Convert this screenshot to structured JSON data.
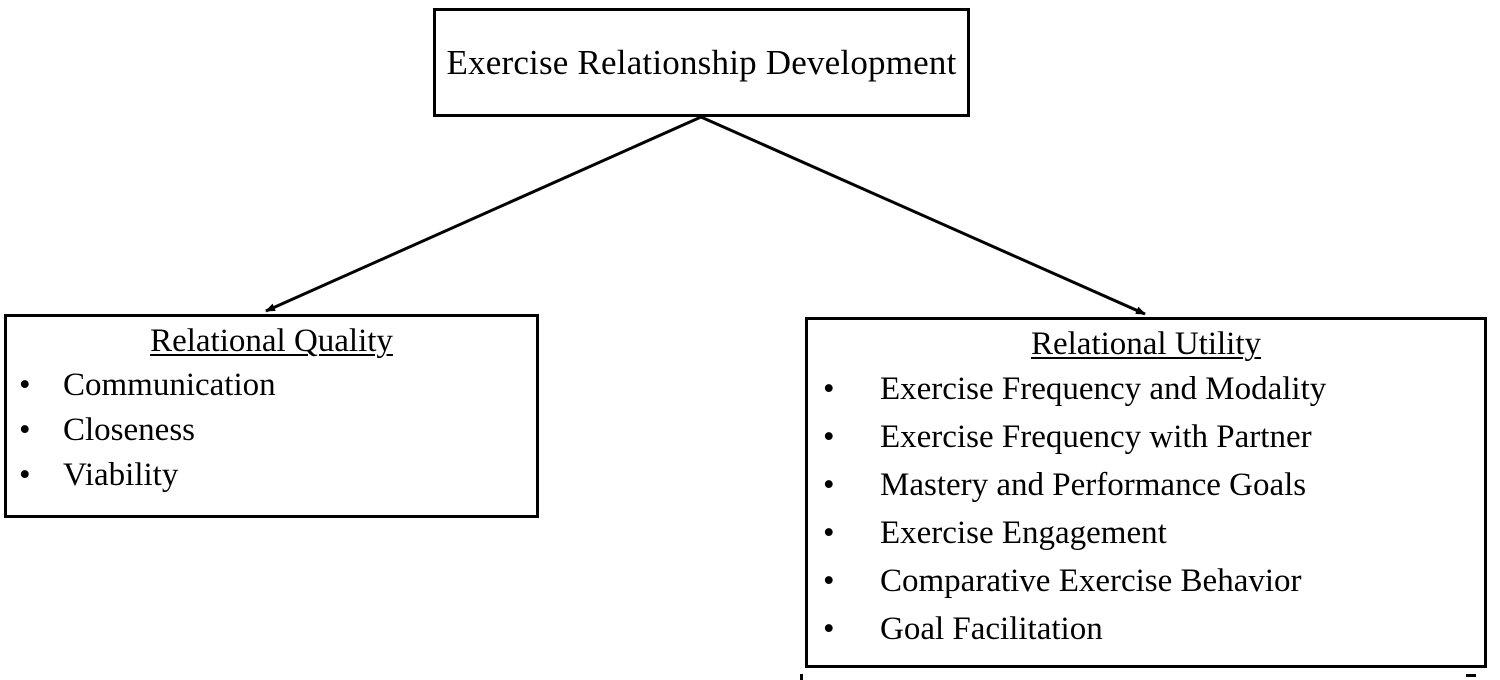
{
  "diagram": {
    "type": "hierarchy-tree",
    "root": {
      "title": "Exercise Relationship Development"
    },
    "branches": [
      {
        "id": "relational-quality",
        "heading": "Relational Quality",
        "items": [
          "Communication",
          "Closeness",
          "Viability"
        ]
      },
      {
        "id": "relational-utility",
        "heading": "Relational Utility",
        "items": [
          "Exercise Frequency and Modality",
          "Exercise Frequency with Partner",
          "Mastery and Performance Goals",
          "Exercise Engagement",
          "Comparative Exercise Behavior",
          "Goal Facilitation"
        ]
      }
    ],
    "bullet_glyph": "•",
    "connectors": [
      {
        "from": "root",
        "to": "relational-quality",
        "style": "arrow"
      },
      {
        "from": "root",
        "to": "relational-utility",
        "style": "arrow"
      }
    ],
    "colors": {
      "stroke": "#000000",
      "background": "#ffffff",
      "text": "#000000"
    }
  }
}
